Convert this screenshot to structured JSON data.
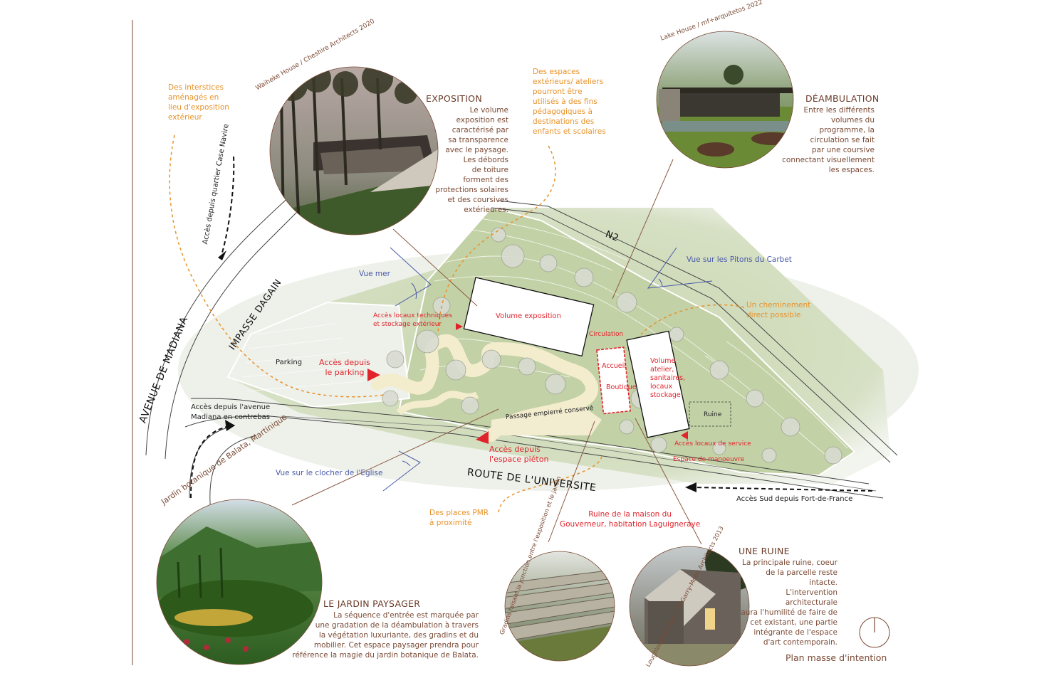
{
  "roads": {
    "avenue": "AVENUE DE MADIANA",
    "impasse": "IMPASSE DAGAIN",
    "n2": "N2",
    "universite": "ROUTE DE L'UNIVERSITE"
  },
  "access": {
    "case_navire": "Accès depuis quartier Case Navire",
    "madiana": "Accès depuis l'avenue\nMadiana en contrebas",
    "sud": "Accès Sud depuis Fort-de-France"
  },
  "views": {
    "mer": "Vue mer",
    "pitons": "Vue sur les Pitons du Carbet",
    "clocher": "Vue sur le clocher de l'Eglise"
  },
  "notes": {
    "interstices": "Des interstices\naménagés en\nlieu d'exposition\nextérieur",
    "espaces": "Des espaces\nextérieurs/ ateliers\npourront être\nutilisés à des fins\npédagogiques à\ndestinations des\nenfants et scolaires",
    "cheminement": "Un cheminement\ndirect possible",
    "pmr": "Des places PMR\nà proximité"
  },
  "plan": {
    "volume_expo": "Volume exposition",
    "circulation": "Circulation",
    "accueil": "Accueil",
    "boutique": "Boutique",
    "volume_atelier": "Volume\natelier,\nsanitaires,\nlocaux\nstockage",
    "ruine": "Ruine",
    "parking": "Parking",
    "acces_parking": "Accès depuis\nle parking",
    "acces_pieton": "Accès depuis\nl'espace piéton",
    "locaux_tech": "Accès locaux techniques\net stockage extérieur",
    "locaux_service": "Accès locaux de service",
    "manoeuvre": "Espace de manoeuvre",
    "passage": "Passage empierré conservé",
    "ruine_maison": "Ruine de la maison du\nGouverneur, habitation Laguigneraye"
  },
  "refs": {
    "waiheke": {
      "caption": "Waiheke House / Cheshire Architects 2020",
      "title": "EXPOSITION",
      "text": "Le volume\nexposition est\ncaractérisé par\nsa transparence\navec le paysage.\nLes débords\nde toiture\nforment des\nprotections solaires\net des coursives\nextérieures."
    },
    "lake": {
      "caption": "Lake House / mf+arquitetos 2022",
      "title": "DÉAMBULATION",
      "text": "Entre les différents\nvolumes du\nprogramme, la\ncirculation se fait\npar une coursive\nconnectant visuellement\nles espaces."
    },
    "balata": {
      "caption": "Jardin botanique de Balata, Martinique",
      "title": "LE JARDIN PAYSAGER",
      "text": "La séquence d'entrée est marquée par\nune gradation de la déambulation à travers\nla végétation luxuriante, des gradins et du\nmobilier. Cet espace paysager prendra pour\nréférence la magie du jardin botanique de Balata."
    },
    "gradins": {
      "caption": "Gradins faisant la jonction entre l'exposition et le jardin"
    },
    "ruine": {
      "caption": "Loughloughan Barn / McGarry-Moon Architects 2013",
      "title": "UNE RUINE",
      "text": "La principale ruine, coeur\nde la parcelle reste intacte.\nL'intervention architecturale\naura l'humilité de faire de\ncet existant, une partie\nintégrante de l'espace\nd'art contemporain."
    }
  },
  "plan_title": "Plan masse d'intention",
  "colors": {
    "brown": "#7a4a35",
    "orange": "#e8922a",
    "blue": "#4a5aa8",
    "red": "#e0242c",
    "grass": "#c9d6b0"
  }
}
